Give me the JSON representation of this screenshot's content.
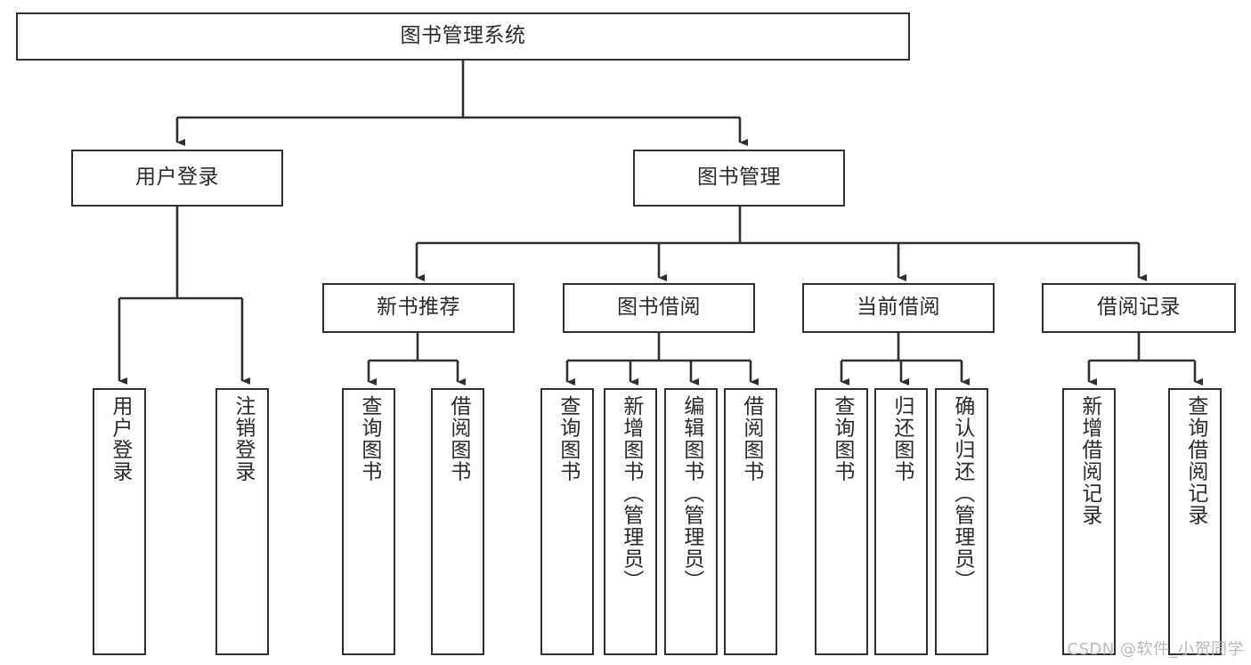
{
  "diagram": {
    "title": "图书管理系统",
    "type": "tree-hierarchy",
    "watermark": "CSDN @软件_小贺同学",
    "nodes": {
      "root": {
        "label": "图书管理系统"
      },
      "level2": [
        {
          "label": "用户登录"
        },
        {
          "label": "图书管理"
        }
      ],
      "level3": [
        {
          "label": "新书推荐"
        },
        {
          "label": "图书借阅"
        },
        {
          "label": "当前借阅"
        },
        {
          "label": "借阅记录"
        }
      ],
      "leaves_user_login": [
        {
          "label": "用户登录"
        },
        {
          "label": "注销登录"
        }
      ],
      "leaves_new_book": [
        {
          "label": "查询图书"
        },
        {
          "label": "借阅图书"
        }
      ],
      "leaves_borrow": [
        {
          "label": "查询图书"
        },
        {
          "label": "新增图书（管理员）"
        },
        {
          "label": "编辑图书（管理员）"
        },
        {
          "label": "借阅图书"
        }
      ],
      "leaves_current": [
        {
          "label": "查询图书"
        },
        {
          "label": "归还图书"
        },
        {
          "label": "确认归还（管理员）"
        }
      ],
      "leaves_records": [
        {
          "label": "新增借阅记录"
        },
        {
          "label": "查询借阅记录"
        }
      ]
    },
    "colors": {
      "stroke": "#31302f",
      "text": "#2b2a29",
      "background": "#ffffff",
      "watermark": "#b9b9b9"
    }
  }
}
